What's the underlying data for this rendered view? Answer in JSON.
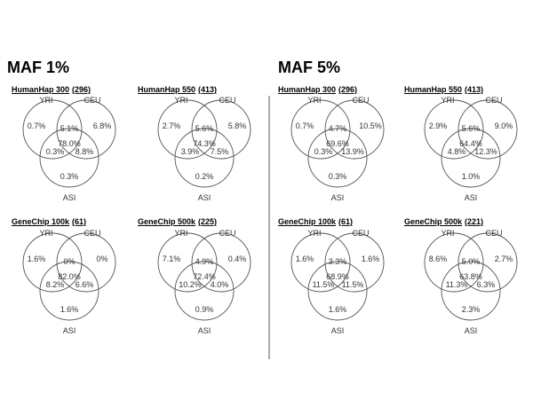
{
  "sections": [
    {
      "title": "MAF 1%",
      "panels": [
        {
          "name": "HumanHap 300",
          "count": "(296)",
          "labels": {
            "a": "YRI",
            "b": "CEU",
            "c": "ASI"
          },
          "values": {
            "a_only": "0.7%",
            "b_only": "6.8%",
            "ab": "5.1%",
            "abc": "78.0%",
            "ac": "0.3%",
            "bc": "8.8%",
            "c_only": "0.3%"
          }
        },
        {
          "name": "HumanHap 550",
          "count": "(413)",
          "labels": {
            "a": "YRI",
            "b": "CEU",
            "c": "ASI"
          },
          "values": {
            "a_only": "2.7%",
            "b_only": "5.8%",
            "ab": "5.6%",
            "abc": "74.3%",
            "ac": "3.9%",
            "bc": "7.5%",
            "c_only": "0.2%"
          }
        },
        {
          "name": "GeneChip 100k",
          "count": "(61)",
          "labels": {
            "a": "YRI",
            "b": "CEU",
            "c": "ASI"
          },
          "values": {
            "a_only": "1.6%",
            "b_only": "0%",
            "ab": "0%",
            "abc": "82.0%",
            "ac": "8.2%",
            "bc": "6.6%",
            "c_only": "1.6%"
          }
        },
        {
          "name": "GeneChip 500k",
          "count": "(225)",
          "labels": {
            "a": "YRI",
            "b": "CEU",
            "c": "ASI"
          },
          "values": {
            "a_only": "7.1%",
            "b_only": "0.4%",
            "ab": "4.9%",
            "abc": "72.4%",
            "ac": "10.2%",
            "bc": "4.0%",
            "c_only": "0.9%"
          }
        }
      ]
    },
    {
      "title": "MAF 5%",
      "panels": [
        {
          "name": "HumanHap 300",
          "count": "(296)",
          "labels": {
            "a": "YRI",
            "b": "CEU",
            "c": "ASI"
          },
          "values": {
            "a_only": "0.7%",
            "b_only": "10.5%",
            "ab": "4.7%",
            "abc": "69.6%",
            "ac": "0.3%",
            "bc": "13.9%",
            "c_only": "0.3%"
          }
        },
        {
          "name": "HumanHap 550",
          "count": "(413)",
          "labels": {
            "a": "YRI",
            "b": "CEU",
            "c": "ASI"
          },
          "values": {
            "a_only": "2.9%",
            "b_only": "9.0%",
            "ab": "5.6%",
            "abc": "64.4%",
            "ac": "4.8%",
            "bc": "12.3%",
            "c_only": "1.0%"
          }
        },
        {
          "name": "GeneChip 100k",
          "count": "(61)",
          "labels": {
            "a": "YRI",
            "b": "CEU",
            "c": "ASI"
          },
          "values": {
            "a_only": "1.6%",
            "b_only": "1.6%",
            "ab": "3.3%",
            "abc": "68.9%",
            "ac": "11.5%",
            "bc": "11.5%",
            "c_only": "1.6%"
          }
        },
        {
          "name": "GeneChip 500k",
          "count": "(221)",
          "labels": {
            "a": "YRI",
            "b": "CEU",
            "c": "ASI"
          },
          "values": {
            "a_only": "8.6%",
            "b_only": "2.7%",
            "ab": "5.0%",
            "abc": "63.8%",
            "ac": "11.3%",
            "bc": "6.3%",
            "c_only": "2.3%"
          }
        }
      ]
    }
  ]
}
